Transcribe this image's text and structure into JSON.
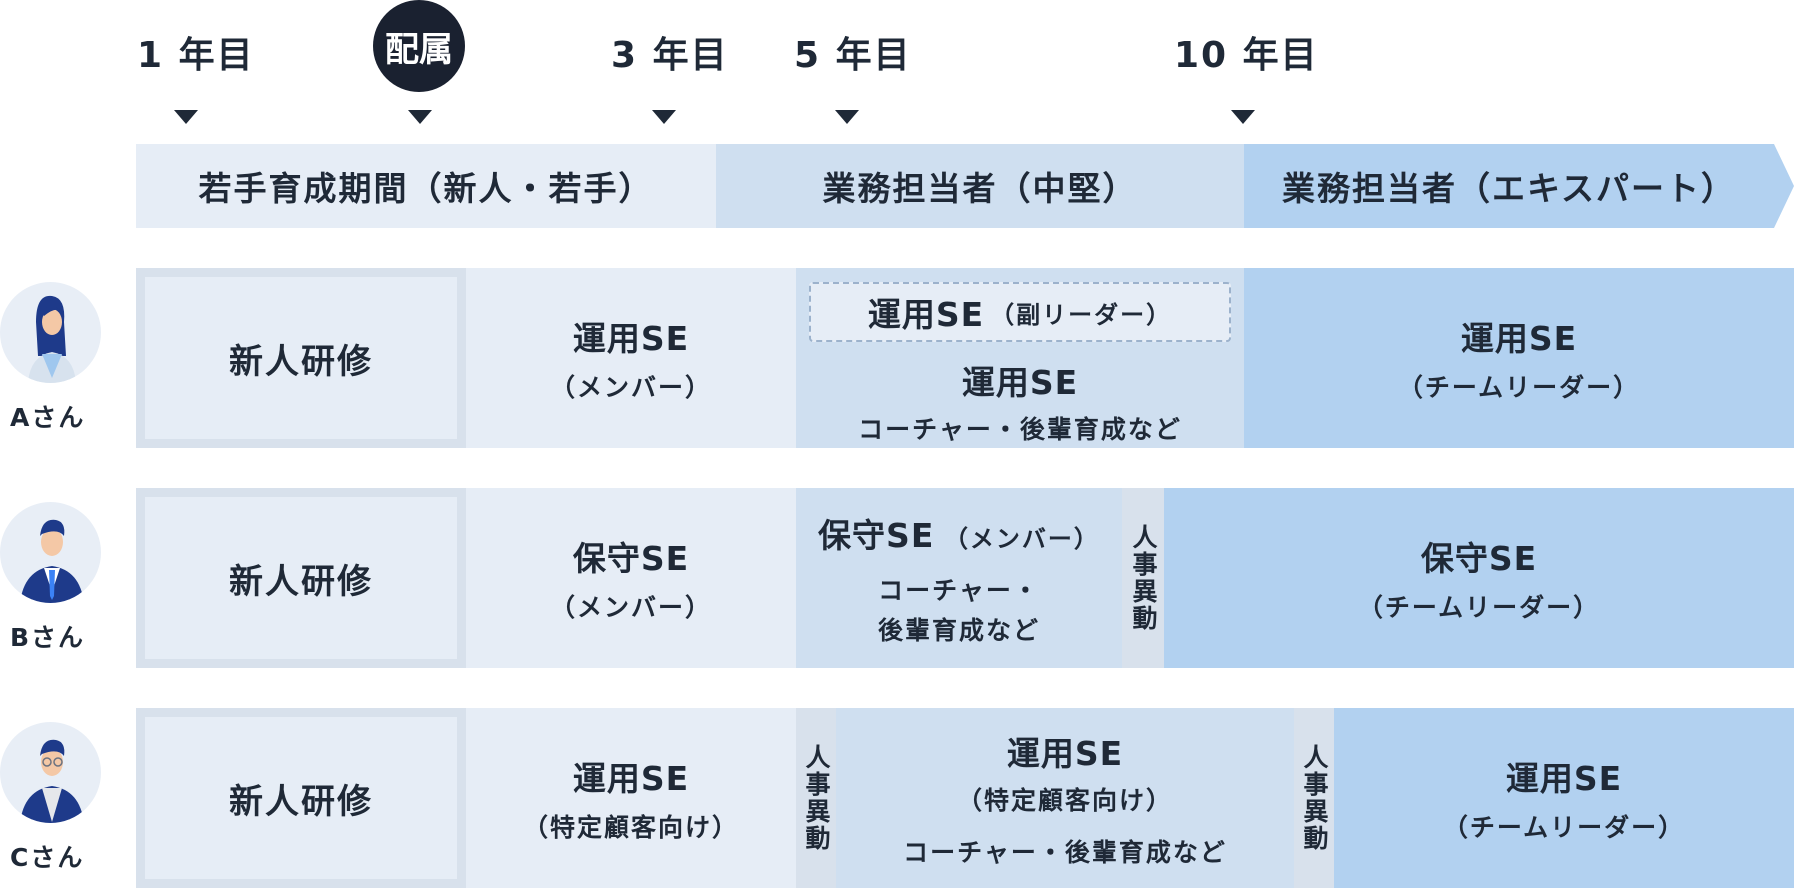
{
  "timeline": {
    "year1": "1 年目",
    "haizoku": "配属",
    "year3": "3 年目",
    "year5": "5 年目",
    "year10": "10 年目"
  },
  "phases": {
    "p1": "若手育成期間（新人・若手）",
    "p2": "業務担当者（中堅）",
    "p3": "業務担当者（エキスパート）"
  },
  "rows": [
    {
      "person": "Aさん",
      "training": "新人研修",
      "col2_title": "運用SE",
      "col2_sub": "（メンバー）",
      "col3_box_title": "運用SE",
      "col3_box_sub": "（副リーダー）",
      "col3_title": "運用SE",
      "col3_sub": "コーチャー・後輩育成など",
      "col4_title": "運用SE",
      "col4_sub": "（チームリーダー）"
    },
    {
      "person": "Bさん",
      "training": "新人研修",
      "col2_title": "保守SE",
      "col2_sub": "（メンバー）",
      "col3_title": "保守SE",
      "col3_title_sub": "（メンバー）",
      "col3_sub1": "コーチャー・",
      "col3_sub2": "後輩育成など",
      "transfer": "人事異動",
      "col4_title": "保守SE",
      "col4_sub": "（チームリーダー）"
    },
    {
      "person": "Cさん",
      "training": "新人研修",
      "col2_title": "運用SE",
      "col2_sub": "（特定顧客向け）",
      "transfer1": "人事異動",
      "col3_title": "運用SE",
      "col3_sub1": "（特定顧客向け）",
      "col3_sub2": "コーチャー・後輩育成など",
      "transfer2": "人事異動",
      "col4_title": "運用SE",
      "col4_sub": "（チームリーダー）"
    }
  ],
  "colors": {
    "light": "#e6edf6",
    "mid": "#cfdff0",
    "strong": "#b2d1f0",
    "dark": "#1a2130"
  },
  "icons": [
    "person-woman-icon",
    "person-man-tie-icon",
    "person-man-glasses-icon"
  ]
}
